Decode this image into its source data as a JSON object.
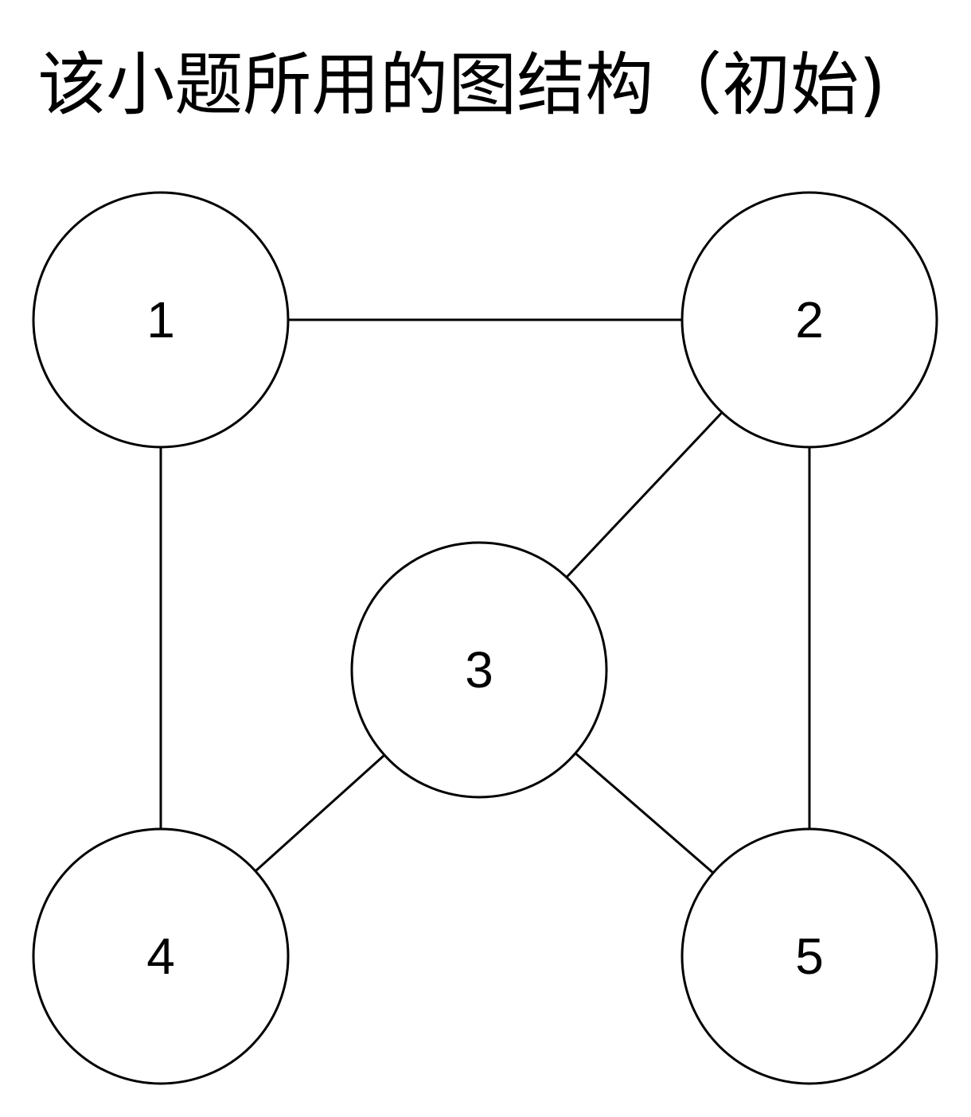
{
  "title": "该小题所用的图结构（初始)",
  "style": {
    "stroke": "#000000",
    "fill": "#ffffff",
    "text": "#000000"
  },
  "nodes": [
    {
      "id": "1",
      "label": "1"
    },
    {
      "id": "2",
      "label": "2"
    },
    {
      "id": "3",
      "label": "3"
    },
    {
      "id": "4",
      "label": "4"
    },
    {
      "id": "5",
      "label": "5"
    }
  ],
  "edges": [
    {
      "from": "1",
      "to": "2"
    },
    {
      "from": "1",
      "to": "4"
    },
    {
      "from": "2",
      "to": "3"
    },
    {
      "from": "2",
      "to": "5"
    },
    {
      "from": "3",
      "to": "4"
    },
    {
      "from": "3",
      "to": "5"
    }
  ]
}
